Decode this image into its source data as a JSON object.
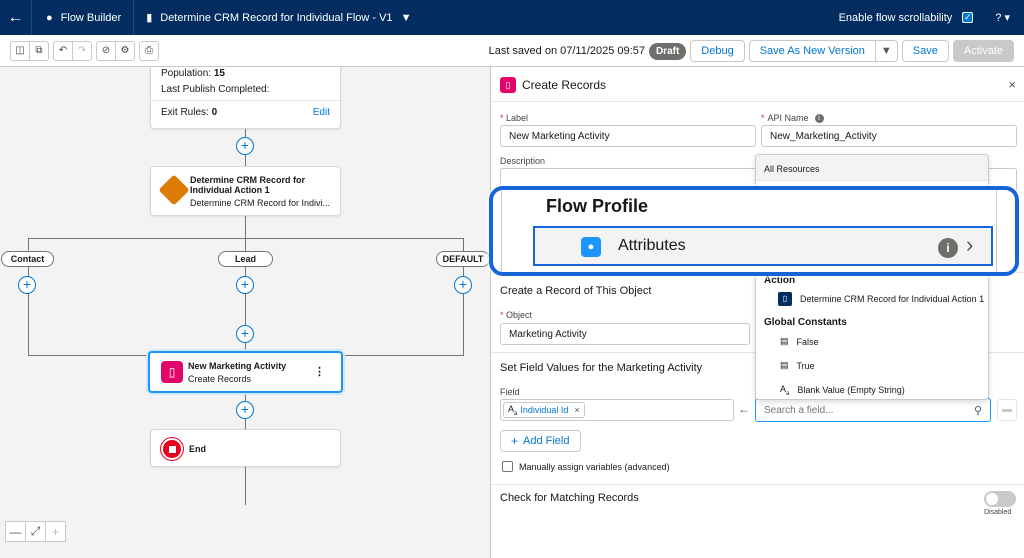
{
  "topbar": {
    "app": "Flow Builder",
    "flow_name": "Determine CRM Record for Individual Flow - V1",
    "scroll_label": "Enable flow scrollability",
    "help": "?"
  },
  "toolbar": {
    "saved": "Last saved on 07/11/2025 09:57",
    "status": "Draft",
    "debug": "Debug",
    "save_new": "Save As New Version",
    "save": "Save",
    "activate": "Activate"
  },
  "canvas": {
    "population_label": "Population:",
    "population_value": "15",
    "last_publish": "Last Publish Completed:",
    "exit_rules_label": "Exit Rules:",
    "exit_rules_value": "0",
    "edit": "Edit",
    "decision_title": "Determine CRM Record for Individual Action 1",
    "decision_sub": "Determine CRM Record for Indivi...",
    "branches": [
      "Contact",
      "Lead",
      "DEFAULT"
    ],
    "create_title": "New Marketing Activity",
    "create_sub": "Create Records",
    "end": "End"
  },
  "panel": {
    "title": "Create Records",
    "label_label": "Label",
    "label_value": "New Marketing Activity",
    "api_label": "API Name",
    "api_value": "New_Marketing_Activity",
    "description": "Description",
    "create_heading": "Create a Record of This Object",
    "object_label": "Object",
    "object_value": "Marketing Activity",
    "set_fields": "Set Field Values for the Marketing Activity",
    "field_label": "Field",
    "field_token": "Individual Id",
    "search_placeholder": "Search a field...",
    "add_field": "Add Field",
    "manual_assign": "Manually assign variables (advanced)",
    "check_matching": "Check for Matching Records",
    "toggle_state": "Disabled"
  },
  "dropdown": {
    "header": "All Resources",
    "action_heading": "Action",
    "action_item": "Determine CRM Record for Individual Action 1",
    "constants_heading": "Global Constants",
    "constants": [
      "False",
      "True",
      "Blank Value (Empty String)"
    ]
  },
  "callout": {
    "heading": "Flow Profile",
    "item": "Attributes"
  },
  "colors": {
    "nav": "#032d60",
    "brand": "#0176d3",
    "decision": "#dd7a01",
    "create": "#e3066a",
    "end": "#ea001e",
    "callout_border": "#1565d8"
  }
}
